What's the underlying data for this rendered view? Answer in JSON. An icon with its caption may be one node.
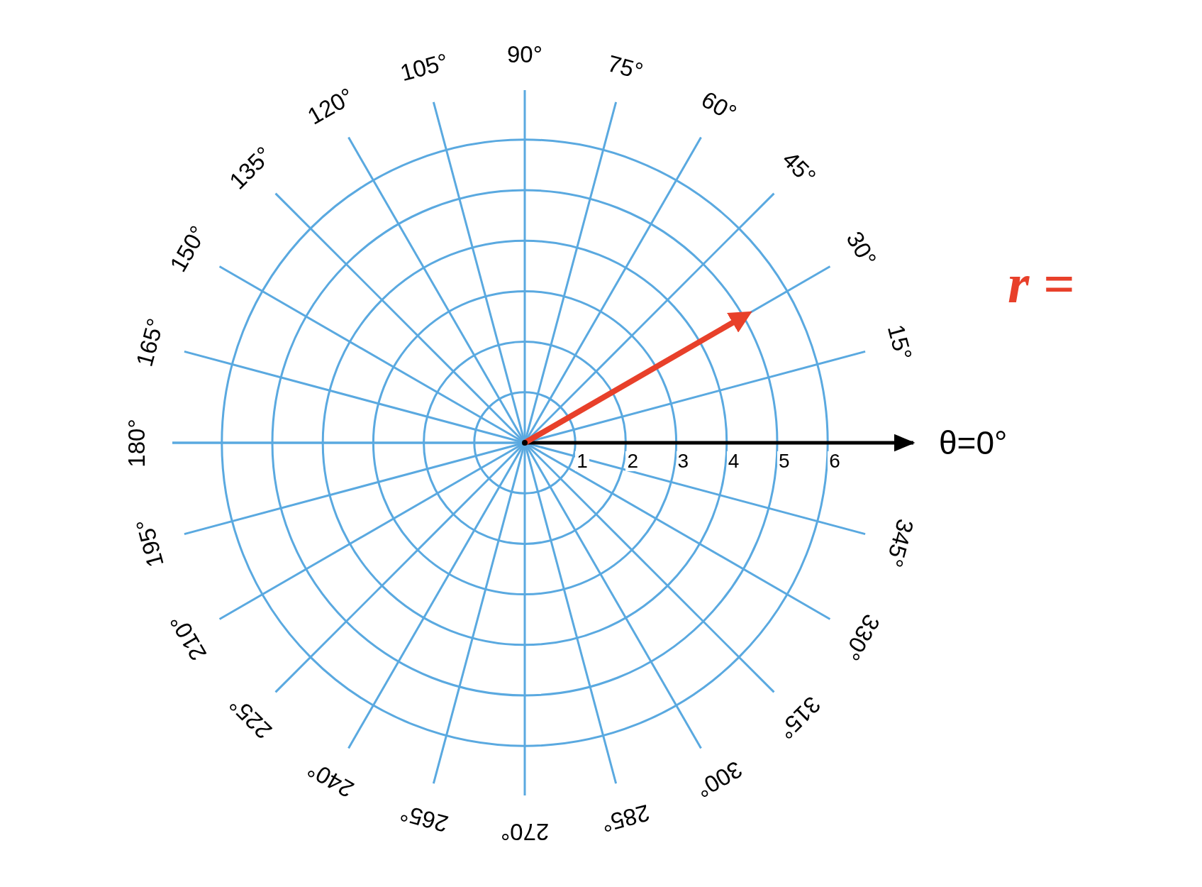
{
  "diagram": {
    "labels": [
      "15°",
      "30°",
      "45°",
      "60°",
      "75°",
      "90°",
      "105°",
      "120°",
      "135°",
      "150°",
      "165°",
      "180°",
      "195°",
      "210°",
      "225°",
      "240°",
      "265°",
      "270°",
      "285°",
      "300°",
      "315°",
      "330°",
      "345°",
      "θ=0°",
      "1",
      "2",
      "3",
      "4",
      "5",
      "6",
      "r ="
    ]
  }
}
